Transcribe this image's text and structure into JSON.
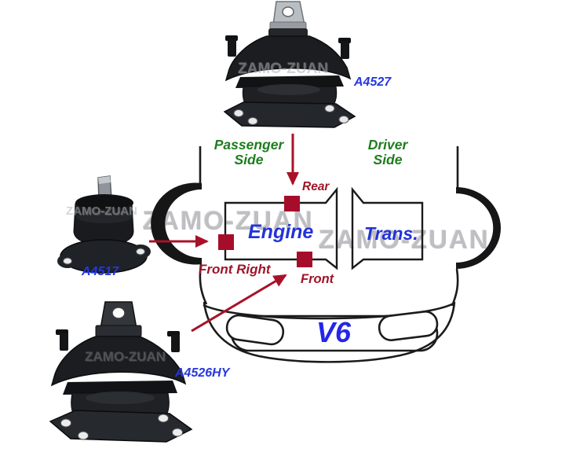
{
  "watermark": {
    "text": "ZAMO-ZUAN"
  },
  "labels": {
    "passenger_side": "Passenger\nSide",
    "driver_side": "Driver\nSide",
    "rear": "Rear",
    "front_right": "Front Right",
    "front": "Front",
    "engine": "Engine",
    "trans": "Trans.",
    "v6": "V6"
  },
  "parts": [
    {
      "part_number": "A4527",
      "mount_position": "Rear"
    },
    {
      "part_number": "A4517",
      "mount_position": "Front Right"
    },
    {
      "part_number": "A4526HY",
      "mount_position": "Front"
    }
  ],
  "colors": {
    "side_label_green": "#1e7d1e",
    "engine_trans_blue": "#2233d8",
    "part_number_blue": "#2438e0",
    "marker_square_red": "#a60d2a",
    "arrow_red": "#a81228",
    "position_label_red": "#9e1528",
    "car_outline_black": "#1b1b1b",
    "watermark_gray": "#b3b3b9"
  }
}
